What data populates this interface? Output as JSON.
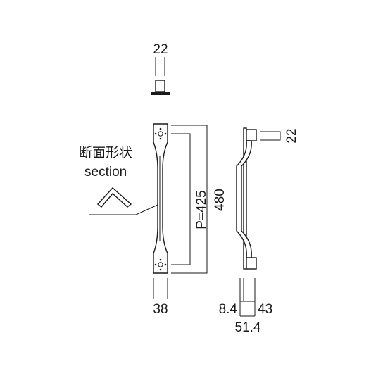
{
  "labels": {
    "top_width": "22",
    "bottom_width": "38",
    "pitch": "P=425",
    "length": "480",
    "mount_height": "22",
    "offset_left": "8.4",
    "offset_right": "43",
    "total_depth": "51.4",
    "section_jp": "断面形状",
    "section_en": "section"
  }
}
